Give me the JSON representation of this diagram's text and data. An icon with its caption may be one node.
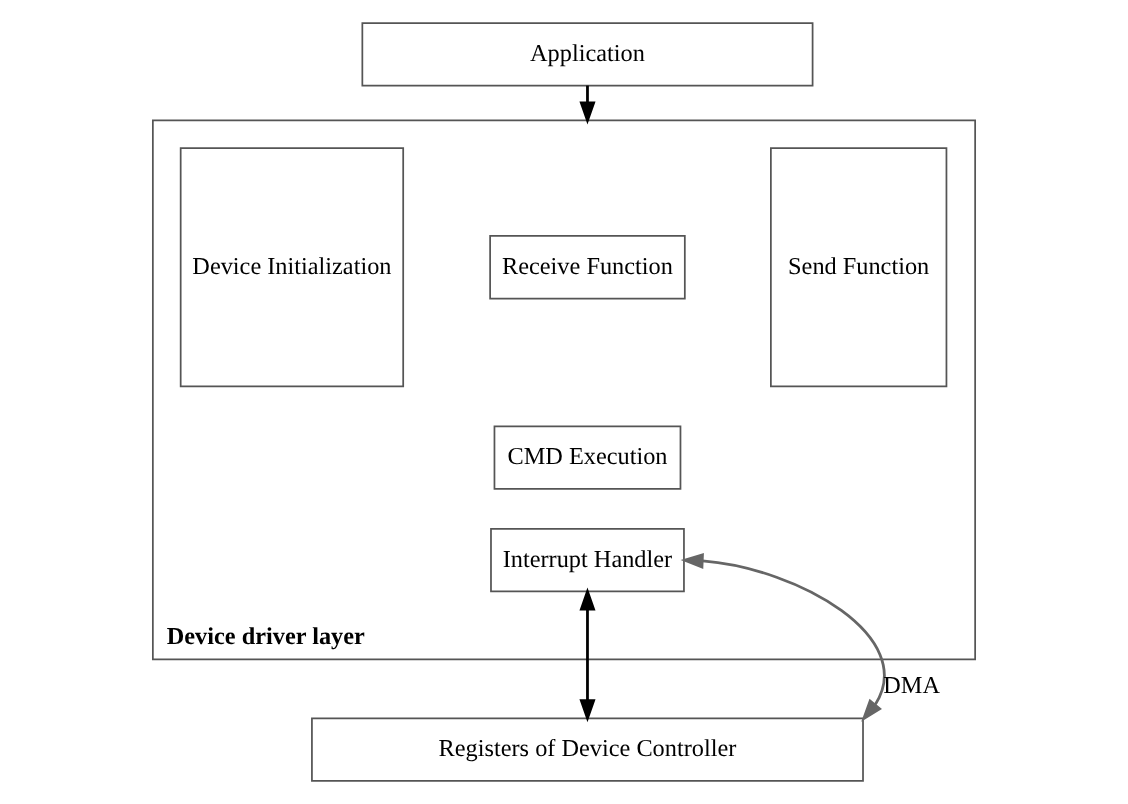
{
  "diagram": {
    "nodes": [
      {
        "text": [
          "Application"
        ]
      },
      {
        "text": [
          "Device driver layer"
        ]
      },
      {
        "text": [
          "Device Initialization"
        ],
        "in": 1
      },
      {
        "text": [
          "Receive Function"
        ],
        "in": 1
      },
      {
        "text": [
          "CMD Execution"
        ],
        "in": 1
      },
      {
        "text": [
          "Send Function"
        ],
        "in": 1
      },
      {
        "text": [
          "Interrupt Handler"
        ],
        "in": 1
      },
      {
        "text": [
          "Registers of Device Controller"
        ]
      }
    ],
    "edges": [
      {
        "from": 0,
        "to": 1,
        "arrow": "to"
      },
      {
        "from": 6,
        "to": 7,
        "arrow": "both"
      },
      {
        "from": 7,
        "to": 6,
        "arrow": "both",
        "label": "DMA",
        "color": "#666666"
      }
    ]
  }
}
